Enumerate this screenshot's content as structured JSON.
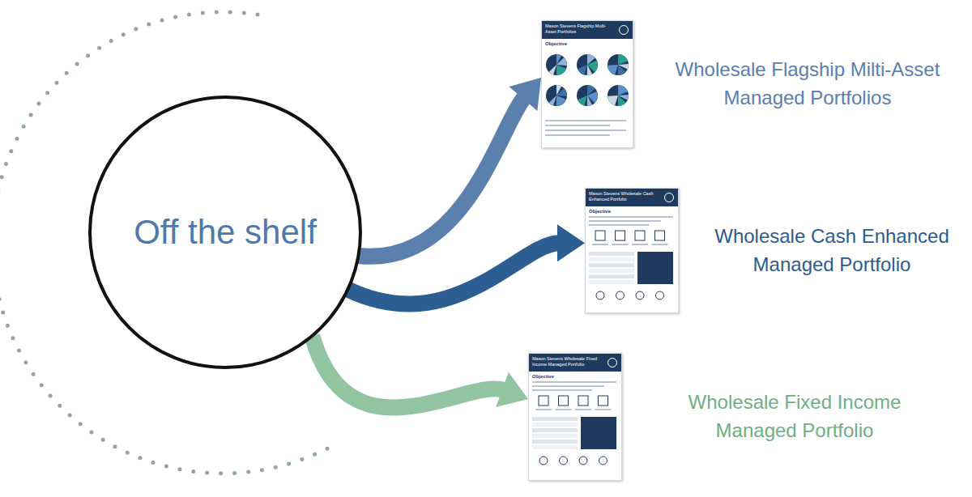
{
  "diagram": {
    "nodes": [
      {
        "text": [
          "Off the shelf"
        ]
      },
      {
        "text": [
          "Mason Stevens Flagship Multi-Asset Portfolios",
          "Wholesale Flagship Milti-Asset Managed Portfolios"
        ]
      },
      {
        "text": [
          "Mason Stevens Wholesale Cash Enhanced Portfolio",
          "Wholesale Cash Enhanced Managed Portfolio"
        ]
      },
      {
        "text": [
          "Mason Stevens Wholesale Fixed Income Managed Portfolio",
          "Wholesale Fixed Income Managed Portfolio"
        ]
      }
    ],
    "edges": [
      {
        "from": 0,
        "to": 1,
        "arrow": "to"
      },
      {
        "from": 0,
        "to": 2,
        "arrow": "to"
      },
      {
        "from": 0,
        "to": 3,
        "arrow": "to"
      }
    ],
    "labels": [
      "Objective",
      "Objective",
      "Objective"
    ]
  }
}
